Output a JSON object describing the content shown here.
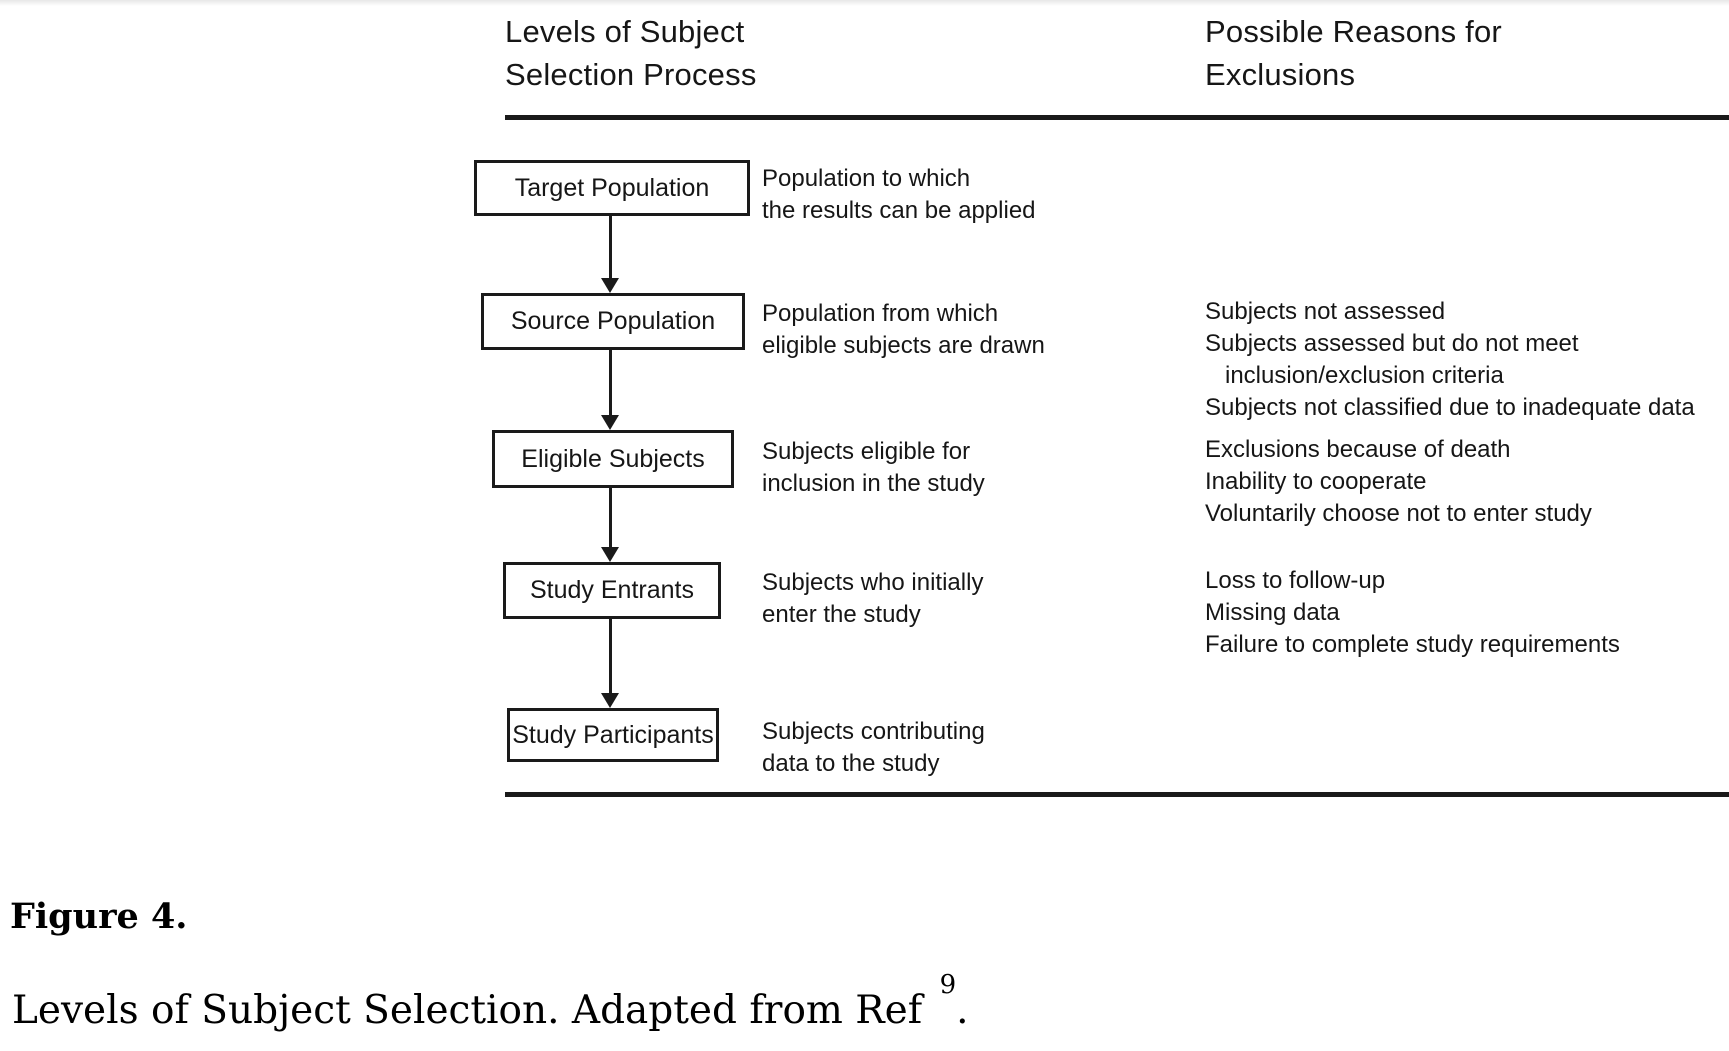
{
  "headers": {
    "process": [
      "Levels of Subject",
      "Selection Process"
    ],
    "exclusions": [
      "Possible Reasons for",
      "Exclusions"
    ]
  },
  "flow": {
    "rows": [
      {
        "box": "Target Population",
        "description": [
          "Population to which",
          "the results can be applied"
        ],
        "exclusions": []
      },
      {
        "box": "Source Population",
        "description": [
          "Population from which",
          "eligible subjects are drawn"
        ],
        "exclusions": [
          "Subjects not assessed",
          "Subjects assessed but do not meet",
          "   inclusion/exclusion criteria",
          "Subjects not classified due to inadequate data"
        ]
      },
      {
        "box": "Eligible Subjects",
        "description": [
          "Subjects eligible for",
          "inclusion in the study"
        ],
        "exclusions": [
          "Exclusions because of death",
          "Inability to cooperate",
          "Voluntarily choose not to enter study"
        ]
      },
      {
        "box": "Study Entrants",
        "description": [
          "Subjects who initially",
          "enter the study"
        ],
        "exclusions": [
          "Loss to follow-up",
          "Missing data",
          "Failure to complete study requirements"
        ]
      },
      {
        "box": "Study Participants",
        "description": [
          "Subjects contributing",
          "data to the study"
        ],
        "exclusions": []
      }
    ]
  },
  "caption": {
    "label": "Figure 4.",
    "text": "Levels of Subject Selection. Adapted from Ref ",
    "ref_superscript": "9",
    "period": "."
  },
  "colors": {
    "ink": "#1a1a1a",
    "background": "#ffffff"
  }
}
